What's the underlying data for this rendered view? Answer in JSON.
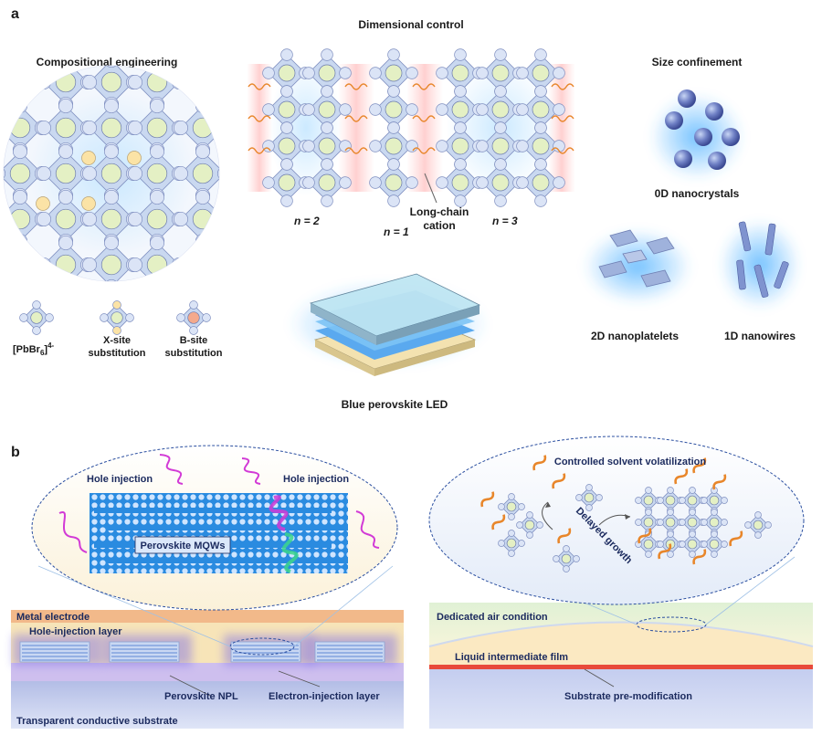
{
  "panel_a": {
    "letter": "a",
    "compositional": {
      "title": "Compositional engineering",
      "unit_labels": [
        "[PbBr",
        "6",
        "]",
        "4-"
      ],
      "x_site": [
        "X-site",
        "substitution"
      ],
      "b_site": [
        "B-site",
        "substitution"
      ]
    },
    "dimensional": {
      "title": "Dimensional control",
      "n2": "n = 2",
      "n1": "n = 1",
      "n3": "n = 3",
      "cation": [
        "Long-chain",
        "cation"
      ]
    },
    "size": {
      "title": "Size confinement",
      "nc0d": "0D nanocrystals",
      "npl2d": "2D nanoplatelets",
      "nw1d": "1D nanowires"
    },
    "led_label": "Blue perovskite LED"
  },
  "panel_b": {
    "letter": "b",
    "left": {
      "hole1": "Hole injection",
      "hole2": "Hole injection",
      "mqw": "Perovskite MQWs",
      "metal": "Metal electrode",
      "hil": "Hole-injection layer",
      "npl": "Perovskite NPL",
      "eil": "Electron-injection layer",
      "substrate": "Transparent conductive substrate"
    },
    "right": {
      "solvent": "Controlled solvent volatilization",
      "delayed": "Delayed growth",
      "air": "Dedicated air condition",
      "film": "Liquid intermediate film",
      "premod": "Substrate pre-modification"
    }
  },
  "colors": {
    "octahedron": "#c9d8f0",
    "center": "#e4f0c4",
    "x_sub": "#fbe3a6",
    "b_sub": "#f4a98c",
    "wave": "#e8862a",
    "magenta": "#d23ad6",
    "mqw": "#2a8be0",
    "metal": "#f2b98a",
    "hil": "#f7e4b8",
    "label_blue": "#1b2a5e"
  }
}
